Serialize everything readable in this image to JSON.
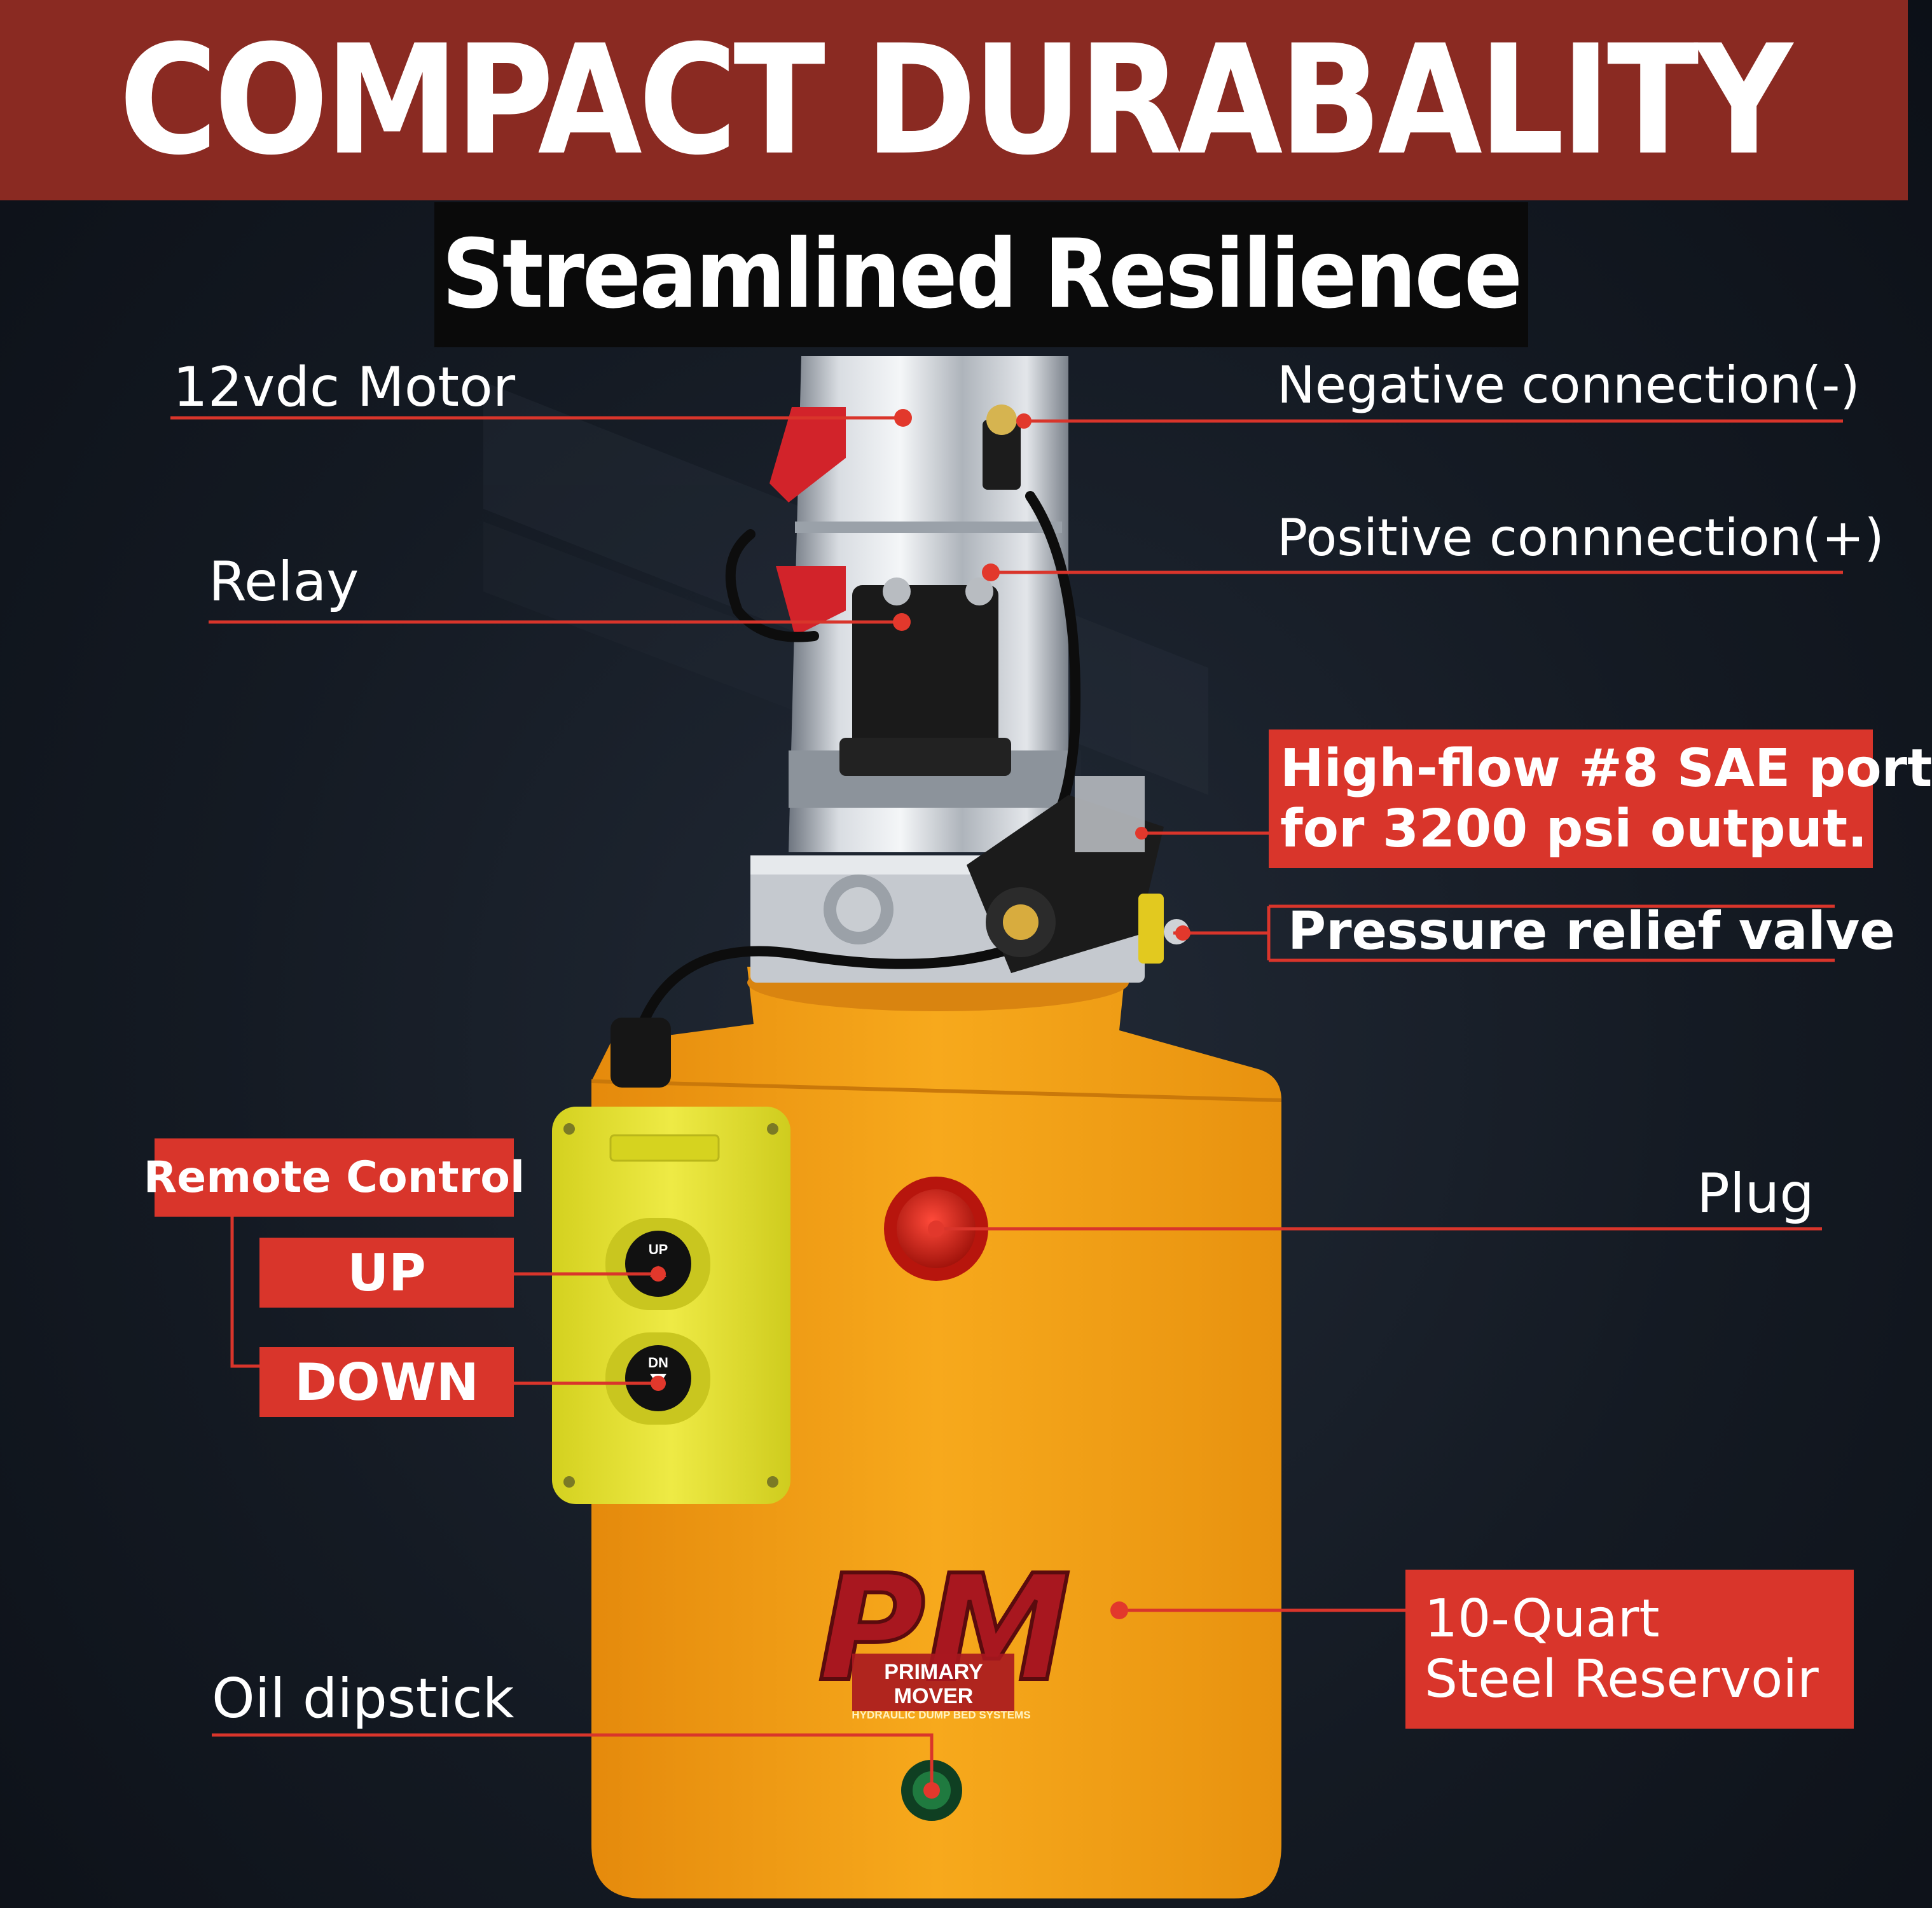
{
  "header": {
    "title": "COMPACT DURABALITY",
    "subtitle": "Streamlined Resilience"
  },
  "callouts": {
    "motor": "12vdc Motor",
    "negative": "Negative connection(-)",
    "relay": "Relay",
    "positive": "Positive connnection(+)",
    "port_line1": "High-flow #8 SAE port",
    "port_line2": "for 3200 psi output.",
    "relief": "Pressure relief valve",
    "remote": "Remote Control",
    "up": "UP",
    "down": "DOWN",
    "plug": "Plug",
    "dipstick": "Oil dipstick",
    "reservoir_line1": "10-Quart",
    "reservoir_line2": "Steel Reservoir"
  },
  "product": {
    "logo_text": "PM",
    "logo_line1": "PRIMARY",
    "logo_line2": "MOVER",
    "logo_tagline": "HYDRAULIC DUMP BED SYSTEMS",
    "remote_up": "UP",
    "remote_down": "DN"
  },
  "colors": {
    "header_band": "#8a2a22",
    "callout_red": "#d9352b",
    "reservoir_orange": "#f4a117",
    "remote_yellow": "#e6e23a"
  }
}
